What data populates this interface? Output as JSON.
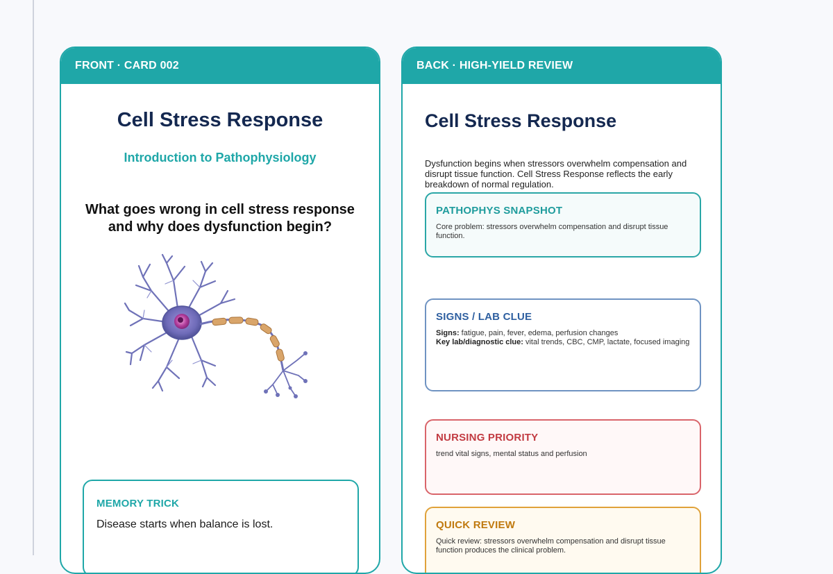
{
  "front": {
    "header": "FRONT · CARD 002",
    "title": "Cell Stress Response",
    "subtitle": "Introduction to Pathophysiology",
    "question_line1": "What goes wrong in cell stress response",
    "question_line2": "and why does dysfunction begin?",
    "image_icon": "neuron-illustration",
    "memory": {
      "label": "MEMORY TRICK",
      "text": "Disease starts when balance is lost."
    }
  },
  "back": {
    "header": "BACK · HIGH-YIELD REVIEW",
    "title": "Cell Stress Response",
    "intro": "Dysfunction begins when stressors overwhelm compensation and disrupt tissue function. Cell Stress Response reflects the early breakdown of normal regulation.",
    "snapshot": {
      "label": "PATHOPHYS SNAPSHOT",
      "text": "Core problem: stressors overwhelm compensation and disrupt tissue function."
    },
    "signs": {
      "label": "SIGNS / LAB CLUE",
      "signs_key": "Signs:",
      "signs_value": " fatigue, pain, fever, edema, perfusion changes",
      "lab_key": "Key lab/diagnostic clue:",
      "lab_value": " vital trends, CBC, CMP, lactate, focused imaging"
    },
    "nursing": {
      "label": "NURSING PRIORITY",
      "text": "trend vital signs, mental status and perfusion"
    },
    "quick": {
      "label": "QUICK REVIEW",
      "text": "Quick review: stressors overwhelm compensation and disrupt tissue function produces the clinical problem."
    }
  },
  "colors": {
    "accent": "#1fa7a8",
    "title": "#142850",
    "signs": "#2e5fa0",
    "nursing": "#c23b42",
    "quick": "#c07a10"
  }
}
